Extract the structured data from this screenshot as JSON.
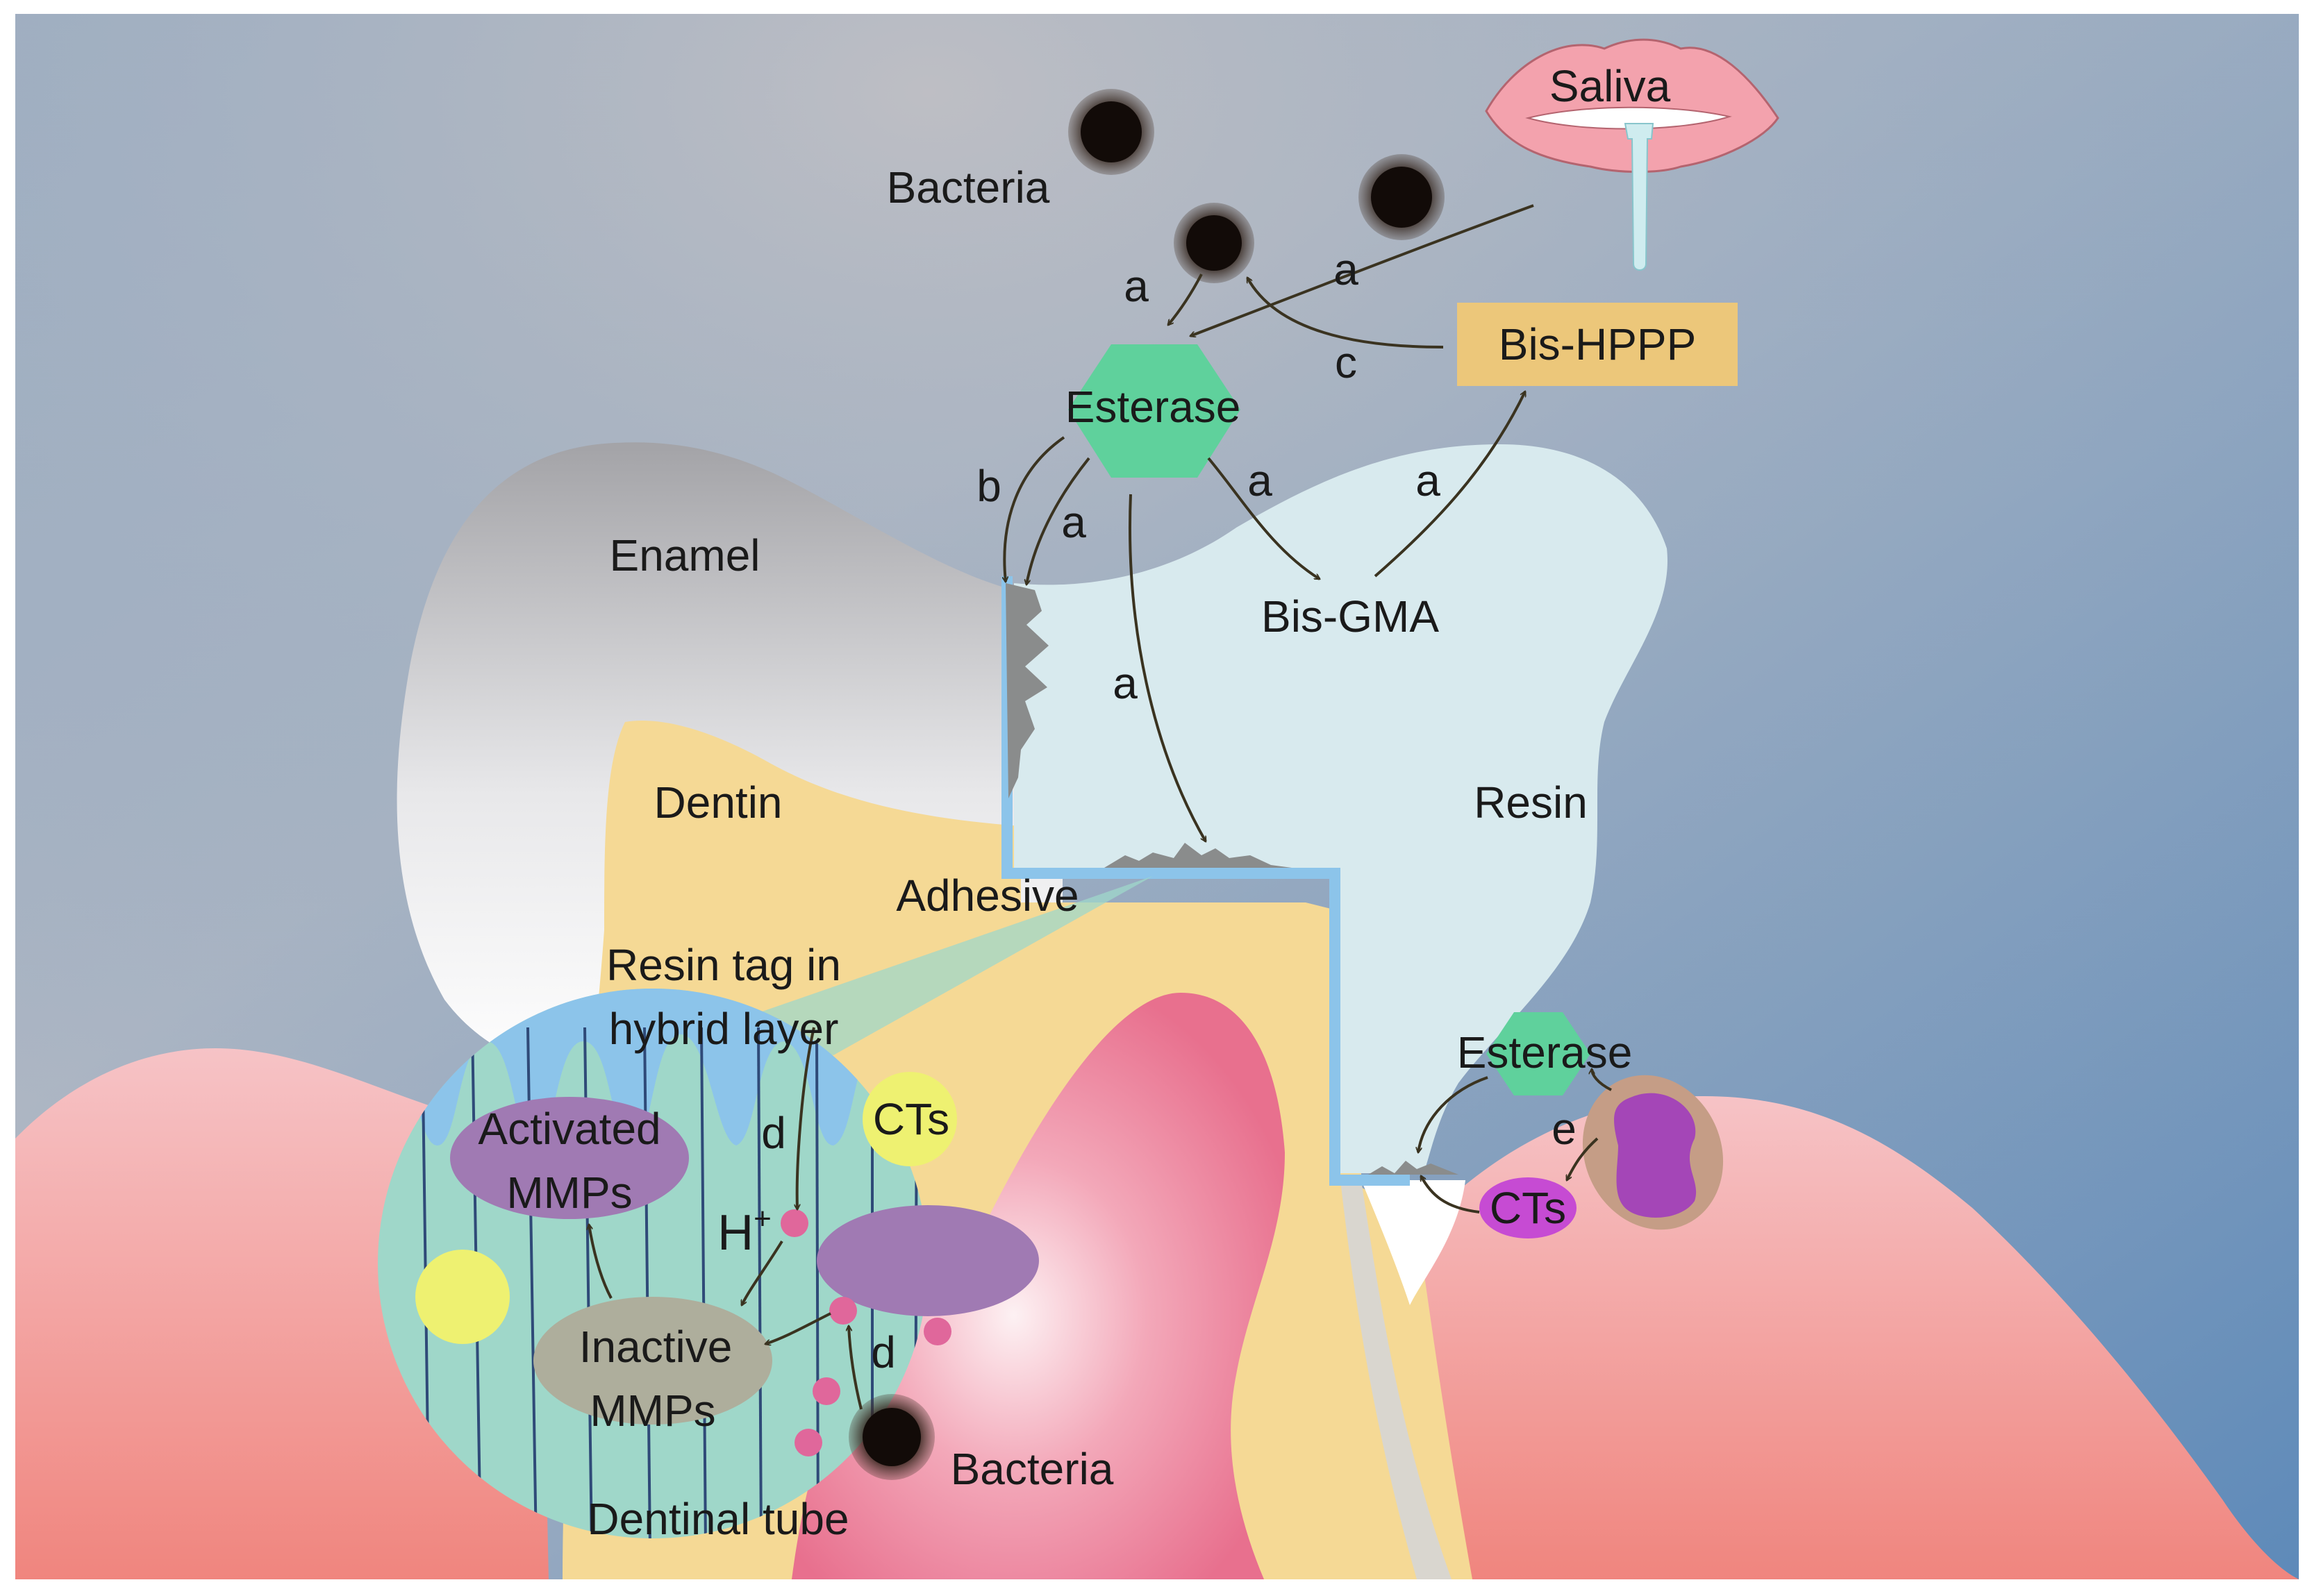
{
  "labels": {
    "saliva": "Saliva",
    "bacteria_top": "Bacteria",
    "bis_hppp": "Bis-HPPP",
    "esterase_top": "Esterase",
    "enamel": "Enamel",
    "bis_gma": "Bis-GMA",
    "dentin": "Dentin",
    "resin": "Resin",
    "adhesive": "Adhesive",
    "resin_tag_line1": "Resin tag in",
    "resin_tag_line2": "hybrid layer",
    "activated_mmps_line1": "Activated",
    "activated_mmps_line2": "MMPs",
    "cts_inset": "CTs",
    "h_plus": "H",
    "h_plus_sup": "+",
    "inactive_mmps_line1": "Inactive",
    "inactive_mmps_line2": "MMPs",
    "bacteria_bottom": "Bacteria",
    "dentinal_tube": "Dentinal tube",
    "esterase_right": "Esterase",
    "cts_right": "CTs"
  },
  "arrow_labels": {
    "a_bacteria_esterase": "a",
    "a_saliva_esterase": "a",
    "c_bishppp_bacteria": "c",
    "b_esterase_interface": "b",
    "a_esterase_interface": "a",
    "a_esterase_bisgma": "a",
    "a_bisgma_bishppp": "a",
    "a_esterase_adhesive": "a",
    "d_resin_tag": "d",
    "d_bacteria": "d",
    "e_cell": "e"
  },
  "colors": {
    "background_top": "#b2b8c2",
    "background_bottom": "#5f88b7",
    "enamel": "#c8c9cc",
    "dentin": "#f5d995",
    "resin": "#d8eaee",
    "adhesive": "#8cc4ea",
    "gum": "#f2a6a8",
    "pulp": "#ec7f97",
    "esterase": "#5fd19c",
    "bis_hppp_box": "#ecc77a",
    "inset_fill": "#9fd7c9",
    "activated_mmps": "#a07ab3",
    "inactive_mmps": "#aeae9c",
    "cts": "#eef171",
    "cts_right": "#c64bd3",
    "h_plus_dot": "#e0679b",
    "bacteria": "#1e1410"
  }
}
